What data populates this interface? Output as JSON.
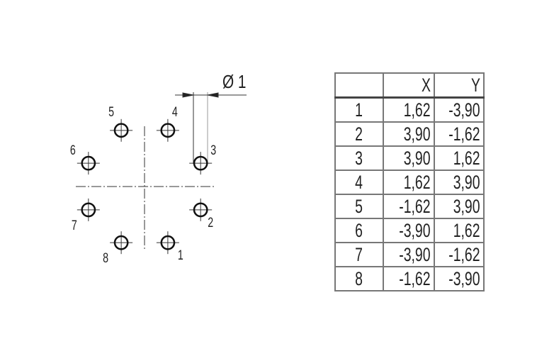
{
  "drawing": {
    "diameter_label": "Ø 1",
    "hole_diameter": 1,
    "pins": [
      {
        "label": "1",
        "x": 1.62,
        "y": -3.9
      },
      {
        "label": "2",
        "x": 3.9,
        "y": -1.62
      },
      {
        "label": "3",
        "x": 3.9,
        "y": 1.62
      },
      {
        "label": "4",
        "x": 1.62,
        "y": 3.9
      },
      {
        "label": "5",
        "x": -1.62,
        "y": 3.9
      },
      {
        "label": "6",
        "x": -3.9,
        "y": 1.62
      },
      {
        "label": "7",
        "x": -3.9,
        "y": -1.62
      },
      {
        "label": "8",
        "x": -1.62,
        "y": -3.9
      }
    ]
  },
  "table": {
    "headers": [
      "",
      "X",
      "Y"
    ],
    "rows": [
      [
        "1",
        "1,62",
        "-3,90"
      ],
      [
        "2",
        "3,90",
        "-1,62"
      ],
      [
        "3",
        "3,90",
        "1,62"
      ],
      [
        "4",
        "1,62",
        "3,90"
      ],
      [
        "5",
        "-1,62",
        "3,90"
      ],
      [
        "6",
        "-3,90",
        "1,62"
      ],
      [
        "7",
        "-3,90",
        "-1,62"
      ],
      [
        "8",
        "-1,62",
        "-3,90"
      ]
    ]
  }
}
